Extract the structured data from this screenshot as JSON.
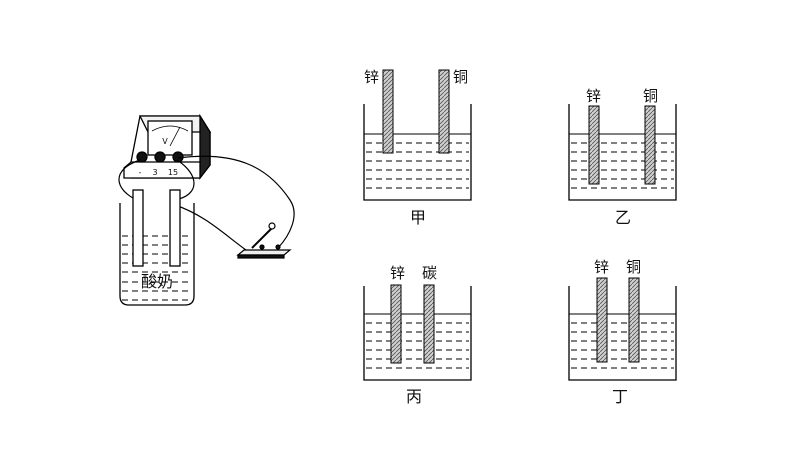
{
  "apparatus": {
    "voltmeter_symbol": "V",
    "terminals": [
      "-",
      "3",
      "15"
    ],
    "container_label": "酸奶"
  },
  "beakers": [
    {
      "caption": "甲",
      "left_label": "锌",
      "right_label": "铜"
    },
    {
      "caption": "乙",
      "left_label": "锌",
      "right_label": "铜"
    },
    {
      "caption": "丙",
      "left_label": "锌",
      "right_label": "碳"
    },
    {
      "caption": "丁",
      "left_label": "锌",
      "right_label": "铜"
    }
  ]
}
